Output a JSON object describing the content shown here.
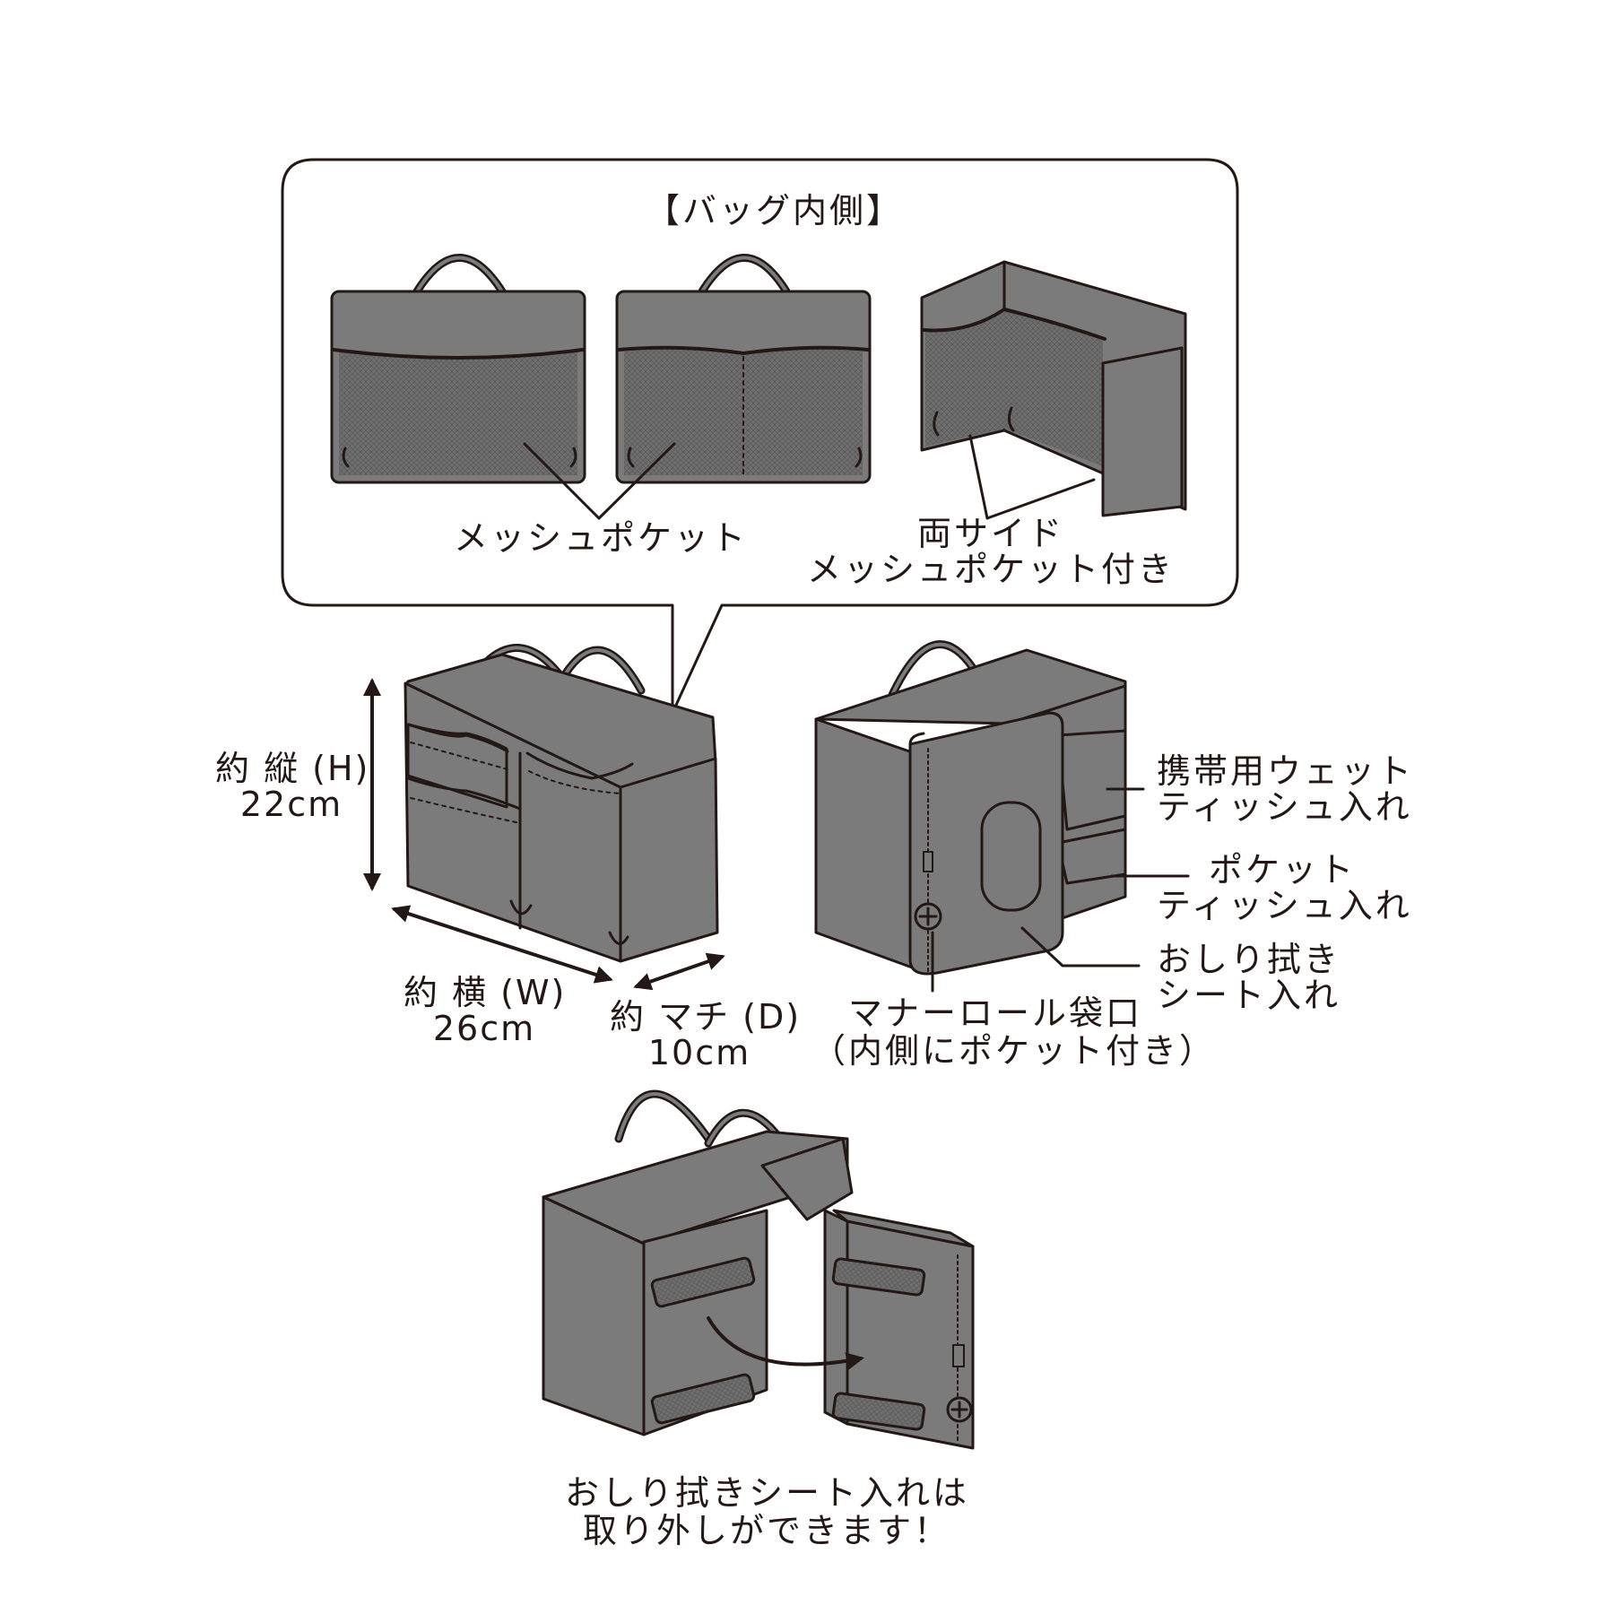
{
  "colors": {
    "fill": "#7b7b7b",
    "fill_dark": "#6f6f6f",
    "line": "#231815",
    "background": "#ffffff"
  },
  "callout": {
    "title": "【バッグ内側】",
    "mesh_pocket": "メッシュポケット",
    "both_side_line1": "両サイド",
    "both_side_line2": "メッシュポケット付き"
  },
  "dimensions": {
    "height_label": "約 縦 (H)",
    "height_value": "22cm",
    "width_label": "約 横 (W)",
    "width_value": "26cm",
    "depth_label": "約 マチ (D)",
    "depth_value": "10cm"
  },
  "features": {
    "wet_tissue_line1": "携帯用ウェット",
    "wet_tissue_line2": "ティッシュ入れ",
    "pocket_tissue_line1": "ポケット",
    "pocket_tissue_line2": "ティッシュ入れ",
    "wipes_line1": "おしり拭き",
    "wipes_line2": "シート入れ",
    "manner_roll_line1": "マナーロール袋口",
    "manner_roll_line2": "（内側にポケット付き）"
  },
  "bottom": {
    "line1": "おしり拭きシート入れは",
    "line2": "取り外しができます！"
  }
}
